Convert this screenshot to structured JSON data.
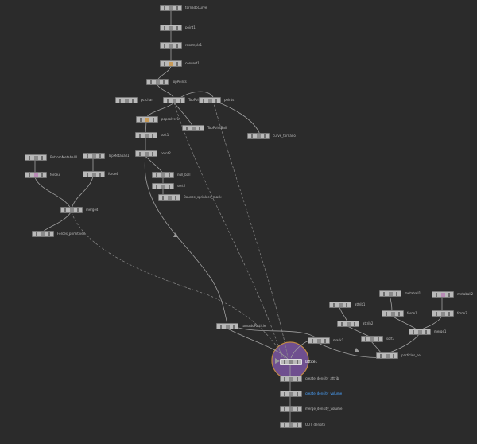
{
  "network": {
    "nodes": [
      {
        "id": "n1",
        "label": "tornadoCurve",
        "style": "plain"
      },
      {
        "id": "n2",
        "label": "point1",
        "style": "plain"
      },
      {
        "id": "n3",
        "label": "resample1",
        "style": "plain"
      },
      {
        "id": "n4",
        "label": "convert1",
        "style": "tint"
      },
      {
        "id": "n5",
        "label": "TopPoints",
        "style": "plain"
      },
      {
        "id": "n6",
        "label": "TopPoint",
        "style": "plain"
      },
      {
        "id": "n7",
        "label": "pc-char",
        "style": "plain"
      },
      {
        "id": "n8",
        "label": "points",
        "style": "plain"
      },
      {
        "id": "n9",
        "label": "popsolver1",
        "style": "tint"
      },
      {
        "id": "n10",
        "label": "TopPointBall",
        "style": "plain"
      },
      {
        "id": "n11",
        "label": "curve_tornado",
        "style": "plain"
      },
      {
        "id": "n12",
        "label": "sort1",
        "style": "plain"
      },
      {
        "id": "n13",
        "label": "point2",
        "style": "plain"
      },
      {
        "id": "n14",
        "label": "null_ball",
        "style": "plain"
      },
      {
        "id": "n15",
        "label": "sort2",
        "style": "plain"
      },
      {
        "id": "n16",
        "label": "Bounce_sprinkles_mask",
        "style": "plain"
      },
      {
        "id": "n17",
        "label": "BottomMetaball1",
        "style": "plain"
      },
      {
        "id": "n18",
        "label": "TopMetaball1",
        "style": "plain"
      },
      {
        "id": "n19",
        "label": "force3",
        "style": "pink"
      },
      {
        "id": "n20",
        "label": "force4",
        "style": "plain"
      },
      {
        "id": "n21",
        "label": "merge4",
        "style": "plain"
      },
      {
        "id": "n22",
        "label": "Forces_primitives",
        "style": "plain"
      },
      {
        "id": "n23",
        "label": "tornadoParticle",
        "style": "plain"
      },
      {
        "id": "n24",
        "label": "attrib1",
        "style": "plain"
      },
      {
        "id": "n25",
        "label": "attrib2",
        "style": "plain"
      },
      {
        "id": "n26",
        "label": "sort3",
        "style": "plain"
      },
      {
        "id": "n27",
        "label": "mask1",
        "style": "plain"
      },
      {
        "id": "n28",
        "label": "particles_sel",
        "style": "plain"
      },
      {
        "id": "n29",
        "label": "metaball1",
        "style": "plain"
      },
      {
        "id": "n30",
        "label": "metaball2",
        "style": "pink"
      },
      {
        "id": "n31",
        "label": "force1",
        "style": "plain"
      },
      {
        "id": "n32",
        "label": "force2",
        "style": "plain"
      },
      {
        "id": "n33",
        "label": "merge1",
        "style": "plain"
      },
      {
        "id": "n34",
        "label": "lattice1",
        "style": "selected",
        "label_color": "white"
      },
      {
        "id": "n35",
        "label": "create_density_attrib",
        "style": "plain"
      },
      {
        "id": "n36",
        "label": "create_density_volume",
        "style": "plain",
        "label_color": "blue"
      },
      {
        "id": "n37",
        "label": "merge_density_volume",
        "style": "plain"
      },
      {
        "id": "n38",
        "label": "OUT_density",
        "style": "plain"
      }
    ],
    "colors": {
      "background": "#2b2b2b",
      "node_body": "#b9b9b9",
      "selected_halo": "#6f4f8f",
      "wire": "#a0a0a0",
      "blue_label": "#4aa3ff"
    }
  }
}
